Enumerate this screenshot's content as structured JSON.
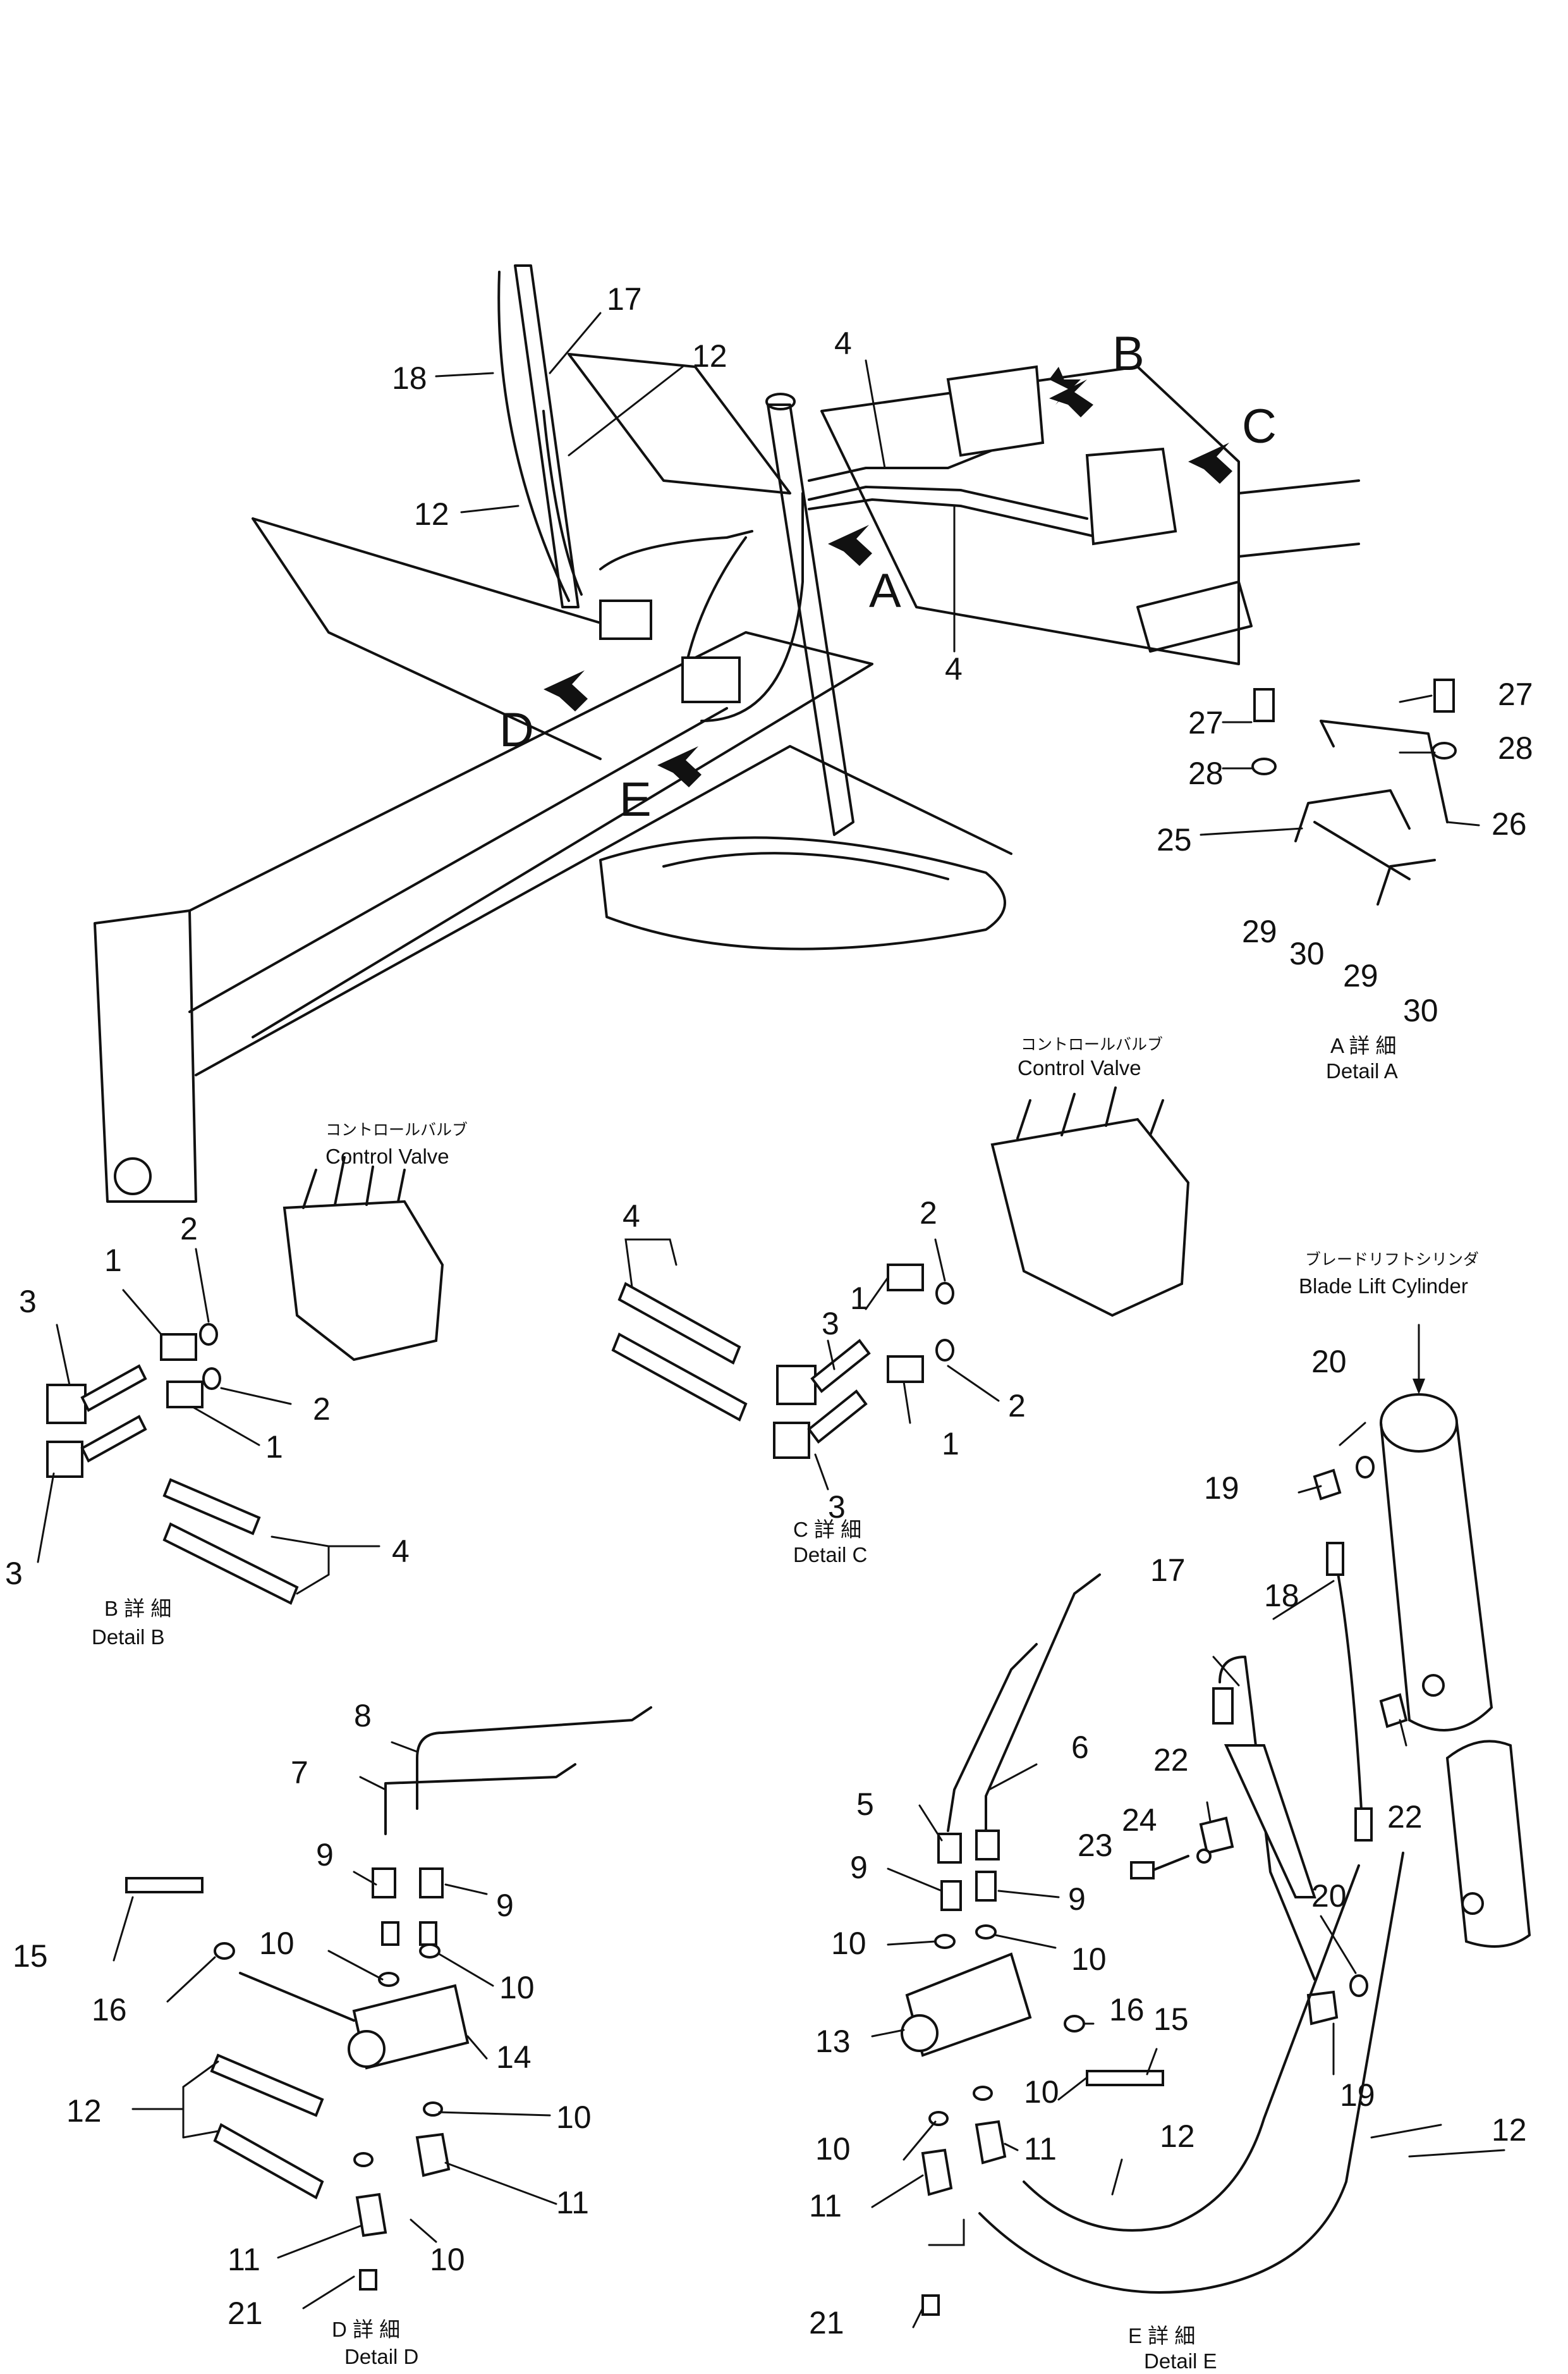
{
  "callouts": {
    "c1a": "1",
    "c1b": "1",
    "c1c": "1",
    "c1d": "1",
    "c2a": "2",
    "c2b": "2",
    "c2c": "2",
    "c2d": "2",
    "c3a": "3",
    "c3b": "3",
    "c3c": "3",
    "c3d": "3",
    "c4a": "4",
    "c4b": "4",
    "c4c": "4",
    "c4d": "4",
    "c5": "5",
    "c6": "6",
    "c7": "7",
    "c8": "8",
    "c9a": "9",
    "c9b": "9",
    "c9c": "9",
    "c9d": "9",
    "c10a": "10",
    "c10b": "10",
    "c10c": "10",
    "c10d": "10",
    "c10e": "10",
    "c10f": "10",
    "c10g": "10",
    "c10h": "10",
    "c11a": "11",
    "c11b": "11",
    "c11c": "11",
    "c11d": "11",
    "c12a": "12",
    "c12b": "12",
    "c12c": "12",
    "c12d": "12",
    "c12e": "12",
    "c13": "13",
    "c14": "14",
    "c15a": "15",
    "c15b": "15",
    "c16a": "16",
    "c16b": "16",
    "c17a": "17",
    "c17b": "17",
    "c18a": "18",
    "c18b": "18",
    "c19a": "19",
    "c19b": "19",
    "c20a": "20",
    "c20b": "20",
    "c21a": "21",
    "c21b": "21",
    "c22a": "22",
    "c22b": "22",
    "c23": "23",
    "c24": "24",
    "c25": "25",
    "c26": "26",
    "c27a": "27",
    "c27b": "27",
    "c28a": "28",
    "c28b": "28",
    "c29a": "29",
    "c29b": "29",
    "c30a": "30",
    "c30b": "30"
  },
  "view_letters": {
    "A": "A",
    "B": "B",
    "C": "C",
    "D": "D",
    "E": "E"
  },
  "labels": {
    "control_valve_jp": "コントロールバルブ",
    "control_valve_en": "Control Valve",
    "blade_cyl_jp": "ブレードリフトシリンダ",
    "blade_cyl_en": "Blade Lift Cylinder"
  },
  "details": {
    "A_jp": "A 詳 細",
    "A_en": "Detail A",
    "B_jp": "B 詳 細",
    "B_en": "Detail B",
    "C_jp": "C 詳 細",
    "C_en": "Detail C",
    "D_jp": "D 詳 細",
    "D_en": "Detail D",
    "E_jp": "E 詳 細",
    "E_en": "Detail E"
  }
}
